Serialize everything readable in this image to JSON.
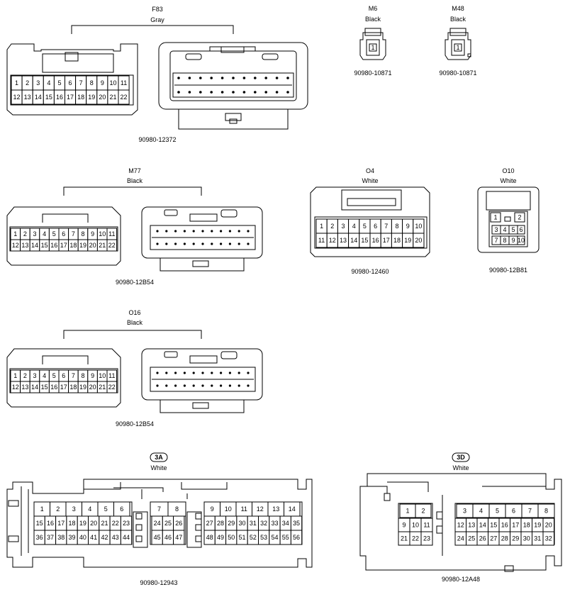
{
  "connectors": [
    {
      "id": "F83",
      "color": "Gray",
      "part": "90980-12372",
      "pins": [
        "1",
        "2",
        "3",
        "4",
        "5",
        "6",
        "7",
        "8",
        "9",
        "10",
        "11",
        "12",
        "13",
        "14",
        "15",
        "16",
        "17",
        "18",
        "19",
        "20",
        "21",
        "22"
      ]
    },
    {
      "id": "M6",
      "color": "Black",
      "part": "90980-10871",
      "pins": [
        "1"
      ]
    },
    {
      "id": "M48",
      "color": "Black",
      "part": "90980-10871",
      "pins": [
        "1"
      ]
    },
    {
      "id": "M77",
      "color": "Black",
      "part": "90980-12B54",
      "pins": [
        "1",
        "2",
        "3",
        "4",
        "5",
        "6",
        "7",
        "8",
        "9",
        "10",
        "11",
        "12",
        "13",
        "14",
        "15",
        "16",
        "17",
        "18",
        "19",
        "20",
        "21",
        "22"
      ]
    },
    {
      "id": "O4",
      "color": "White",
      "part": "90980-12460",
      "pins": [
        "1",
        "2",
        "3",
        "4",
        "5",
        "6",
        "7",
        "8",
        "9",
        "10",
        "11",
        "12",
        "13",
        "14",
        "15",
        "16",
        "17",
        "18",
        "19",
        "20"
      ]
    },
    {
      "id": "O10",
      "color": "White",
      "part": "90980-12B81",
      "pins": [
        "1",
        "2",
        "3",
        "4",
        "5",
        "6",
        "7",
        "8",
        "9",
        "10"
      ]
    },
    {
      "id": "O16",
      "color": "Black",
      "part": "90980-12B54",
      "pins": [
        "1",
        "2",
        "3",
        "4",
        "5",
        "6",
        "7",
        "8",
        "9",
        "10",
        "11",
        "12",
        "13",
        "14",
        "15",
        "16",
        "17",
        "18",
        "19",
        "20",
        "21",
        "22"
      ]
    },
    {
      "id": "3A",
      "color": "White",
      "part": "90980-12943",
      "pins": [
        "1",
        "2",
        "3",
        "4",
        "5",
        "6",
        "7",
        "8",
        "9",
        "10",
        "11",
        "12",
        "13",
        "14",
        "15",
        "16",
        "17",
        "18",
        "19",
        "20",
        "21",
        "22",
        "23",
        "24",
        "25",
        "26",
        "27",
        "28",
        "29",
        "30",
        "31",
        "32",
        "33",
        "34",
        "35",
        "36",
        "37",
        "38",
        "39",
        "40",
        "41",
        "42",
        "43",
        "44",
        "45",
        "46",
        "47",
        "48",
        "49",
        "50",
        "51",
        "52",
        "53",
        "54",
        "55",
        "56"
      ]
    },
    {
      "id": "3D",
      "color": "White",
      "part": "90980-12A48",
      "pins": [
        "1",
        "2",
        "3",
        "4",
        "5",
        "6",
        "7",
        "8",
        "9",
        "10",
        "11",
        "12",
        "13",
        "14",
        "15",
        "16",
        "17",
        "18",
        "19",
        "20",
        "21",
        "22",
        "23",
        "24",
        "25",
        "26",
        "27",
        "28",
        "29",
        "30",
        "31",
        "32"
      ]
    }
  ]
}
